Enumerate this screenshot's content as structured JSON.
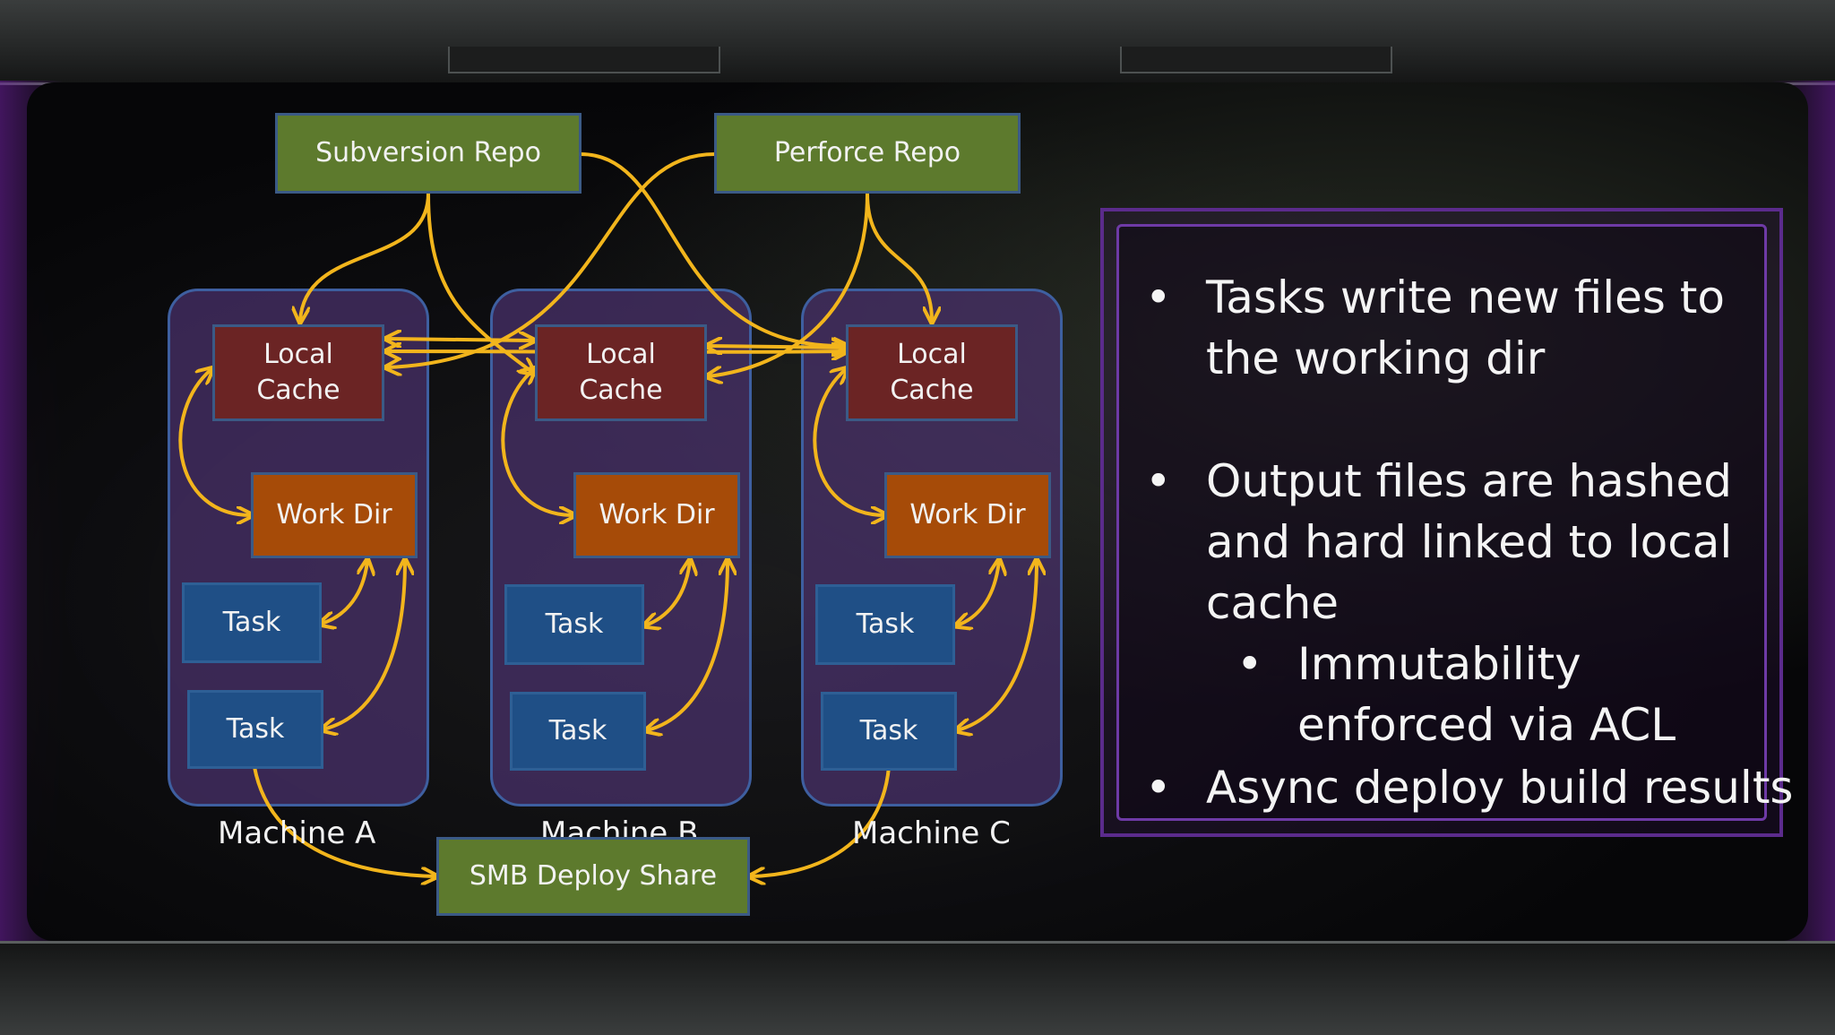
{
  "repos": {
    "svn": "Subversion Repo",
    "p4": "Perforce Repo"
  },
  "machines": [
    {
      "label": "Machine A",
      "cache": "Local\nCache",
      "workdir": "Work Dir",
      "tasks": [
        "Task",
        "Task"
      ]
    },
    {
      "label": "Machine B",
      "cache": "Local\nCache",
      "workdir": "Work Dir",
      "tasks": [
        "Task",
        "Task"
      ]
    },
    {
      "label": "Machine C",
      "cache": "Local\nCache",
      "workdir": "Work Dir",
      "tasks": [
        "Task",
        "Task"
      ]
    }
  ],
  "deploy": "SMB Deploy Share",
  "bullets": [
    {
      "marker": "•",
      "text": "Tasks write new files to\nthe working dir"
    },
    {
      "marker": "•",
      "text": "Output files are hashed\nand hard linked to local\ncache"
    },
    {
      "marker": "•",
      "text": "Immutability\nenforced via ACL"
    },
    {
      "marker": "•",
      "text": "Async deploy build results"
    }
  ],
  "colors": {
    "arrow": "#f2b51c",
    "repo": "#5d7a2d",
    "cache": "#6b2424",
    "workdir": "#a64b08",
    "task": "#1f4f86",
    "machine": "#4b326e",
    "panel_border": "#5b2b8c"
  }
}
